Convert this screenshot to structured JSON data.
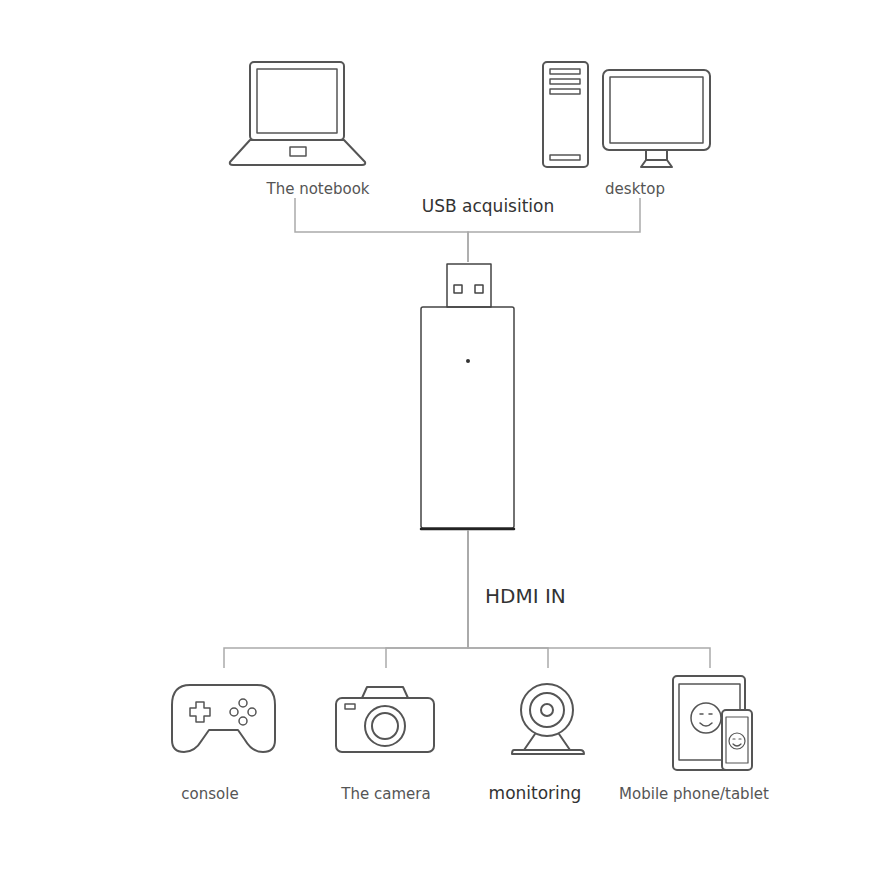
{
  "diagram": {
    "nodes": [
      {
        "text": [
          "The notebook"
        ]
      },
      {
        "text": [
          "desktop"
        ]
      },
      {
        "text": []
      },
      {
        "text": [
          "console"
        ]
      },
      {
        "text": [
          "The camera"
        ]
      },
      {
        "text": [
          "monitoring"
        ]
      },
      {
        "text": [
          "Mobile phone/tablet"
        ]
      }
    ],
    "edges": [
      {
        "from": 0,
        "to": 2,
        "arrow": "none",
        "label": "USB acquisition"
      },
      {
        "from": 1,
        "to": 2,
        "arrow": "none"
      },
      {
        "from": 2,
        "to": 3,
        "arrow": "none",
        "label": "HDMI IN"
      },
      {
        "from": 2,
        "to": 4,
        "arrow": "none"
      },
      {
        "from": 2,
        "to": 5,
        "arrow": "none"
      },
      {
        "from": 2,
        "to": 6,
        "arrow": "none"
      }
    ]
  }
}
